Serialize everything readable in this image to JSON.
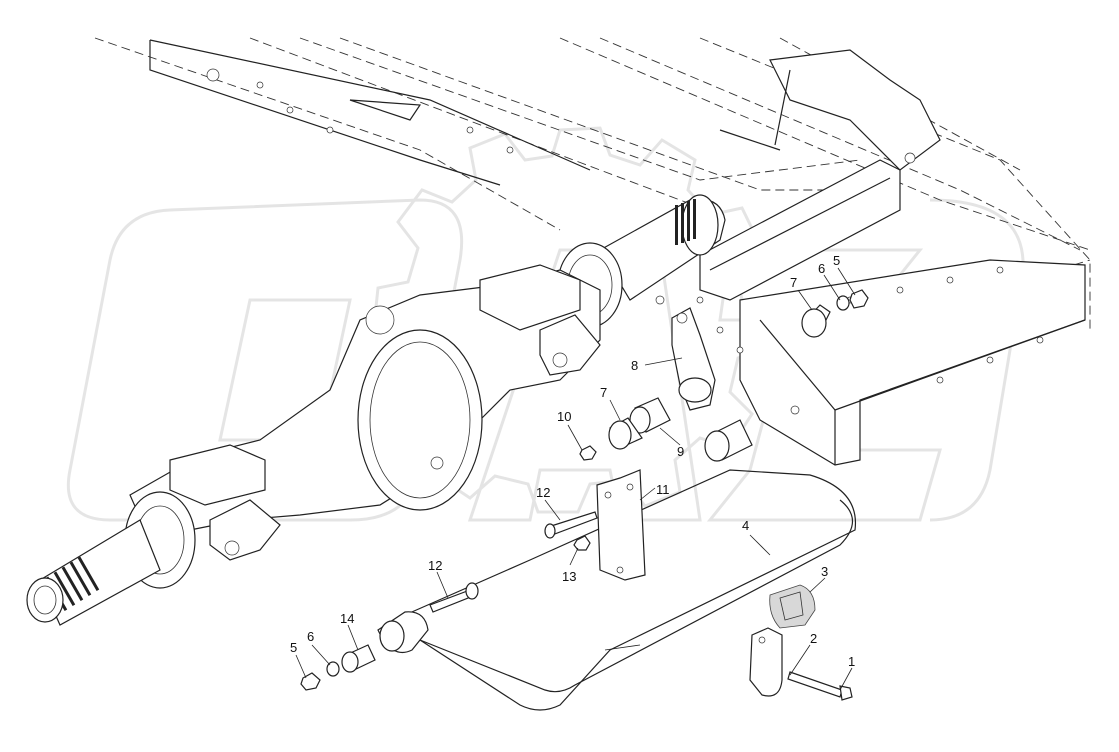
{
  "colors": {
    "line": "#222222",
    "watermark": "#e2e2e2",
    "background": "#ffffff"
  },
  "watermark": {
    "icon": "gear-watermark-icon"
  },
  "callouts": {
    "c1": "1",
    "c2": "2",
    "c3": "3",
    "c4": "4",
    "c5a": "5",
    "c5b": "5",
    "c6a": "6",
    "c6b": "6",
    "c7a": "7",
    "c7b": "7",
    "c8": "8",
    "c9": "9",
    "c10": "10",
    "c11": "11",
    "c12a": "12",
    "c12b": "12",
    "c13": "13",
    "c14": "14"
  }
}
